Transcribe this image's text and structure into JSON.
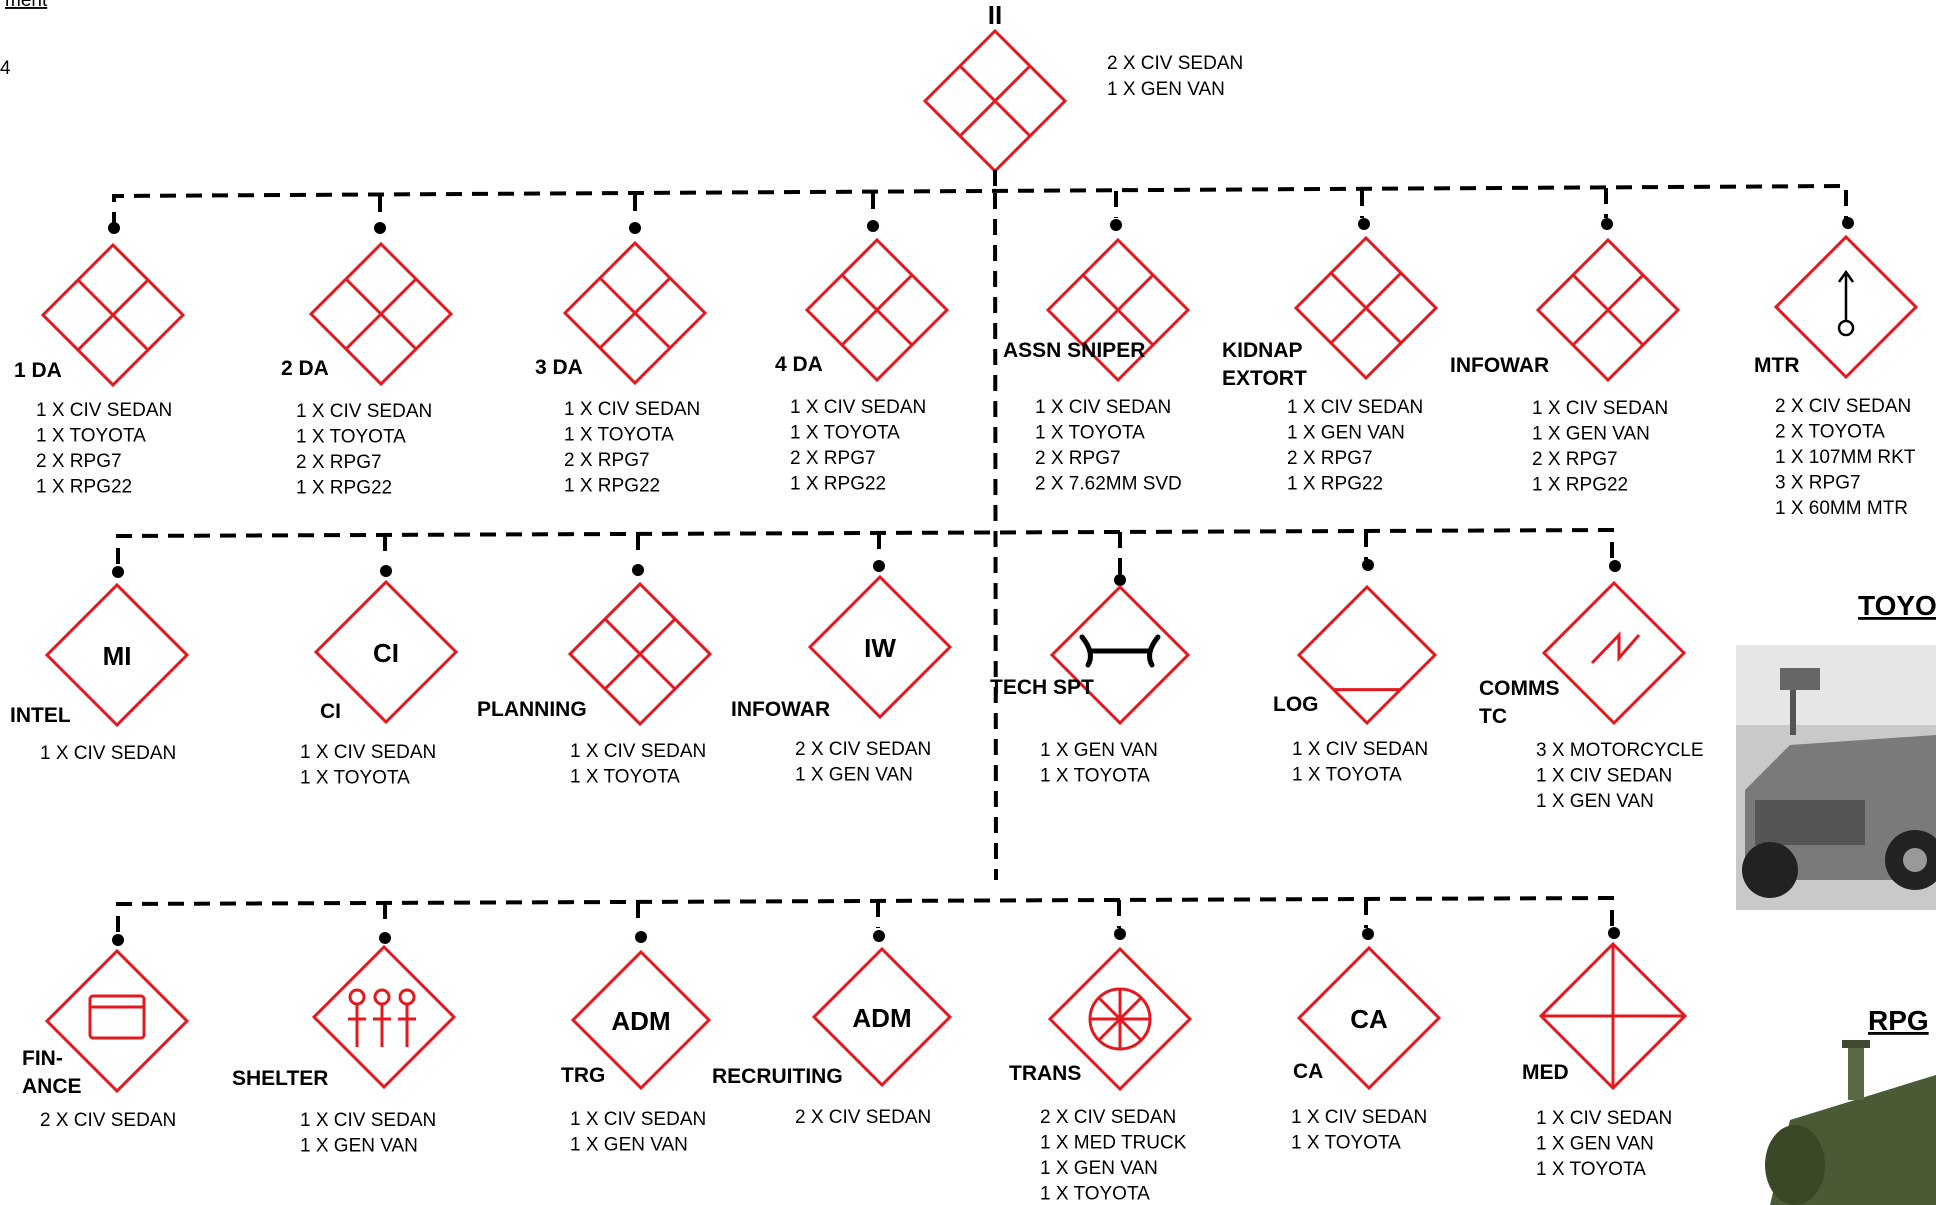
{
  "corner": {
    "top_text": "ment",
    "side_text": "4"
  },
  "hq": {
    "echelon": "II",
    "equipment": [
      "2 X CIV SEDAN",
      "1 X GEN VAN"
    ]
  },
  "row1": [
    {
      "label": "1 DA",
      "equipment": [
        "1 X CIV SEDAN",
        "1 X TOYOTA",
        "2 X RPG7",
        "1 X RPG22"
      ]
    },
    {
      "label": "2 DA",
      "equipment": [
        "1 X CIV SEDAN",
        "1 X TOYOTA",
        "2 X RPG7",
        "1 X RPG22"
      ]
    },
    {
      "label": "3 DA",
      "equipment": [
        "1 X CIV SEDAN",
        "1 X TOYOTA",
        "2 X RPG7",
        "1 X RPG22"
      ]
    },
    {
      "label": "4 DA",
      "equipment": [
        "1 X CIV SEDAN",
        "1 X TOYOTA",
        "2 X RPG7",
        "1 X RPG22"
      ]
    },
    {
      "label": "ASSN SNIPER",
      "equipment": [
        "1 X CIV SEDAN",
        "1 X TOYOTA",
        "2 X RPG7",
        "2 X 7.62MM SVD"
      ]
    },
    {
      "label": "KIDNAP EXTORT",
      "equipment": [
        "1 X CIV SEDAN",
        "1 X GEN VAN",
        "2 X RPG7",
        "1 X RPG22"
      ]
    },
    {
      "label": "INFOWAR",
      "equipment": [
        "1 X CIV SEDAN",
        "1 X GEN VAN",
        "2 X RPG7",
        "1 X RPG22"
      ]
    },
    {
      "label": "MTR",
      "equipment": [
        "2 X CIV SEDAN",
        "2 X TOYOTA",
        "1 X 107MM RKT",
        "3 X RPG7",
        "1 X 60MM MTR"
      ]
    }
  ],
  "row2": [
    {
      "label": "INTEL",
      "symbol_text": "MI",
      "equipment": [
        "1 X CIV SEDAN"
      ]
    },
    {
      "label": "CI",
      "symbol_text": "CI",
      "equipment": [
        "1 X CIV SEDAN",
        "1 X TOYOTA"
      ]
    },
    {
      "label": "PLANNING",
      "symbol_text": "",
      "equipment": [
        "1 X CIV SEDAN",
        "1 X TOYOTA"
      ]
    },
    {
      "label": "INFOWAR",
      "symbol_text": "IW",
      "equipment": [
        "2 X CIV SEDAN",
        "1 X GEN VAN"
      ]
    },
    {
      "label": "TECH SPT",
      "symbol_text": "",
      "equipment": [
        "1 X GEN VAN",
        "1 X TOYOTA"
      ]
    },
    {
      "label": "LOG",
      "symbol_text": "",
      "equipment": [
        "1 X CIV SEDAN",
        "1 X TOYOTA"
      ]
    },
    {
      "label": "COMMS TC",
      "symbol_text": "",
      "equipment": [
        "3 X MOTORCYCLE",
        "1 X CIV SEDAN",
        "1 X GEN VAN"
      ]
    }
  ],
  "row3": [
    {
      "label": "FIN-ANCE",
      "symbol_text": "",
      "equipment": [
        "2 X CIV SEDAN"
      ]
    },
    {
      "label": "SHELTER",
      "symbol_text": "",
      "equipment": [
        "1 X CIV SEDAN",
        "1 X GEN VAN"
      ]
    },
    {
      "label": "TRG",
      "symbol_text": "ADM",
      "equipment": [
        "1 X CIV SEDAN",
        "1 X GEN VAN"
      ]
    },
    {
      "label": "RECRUITING",
      "symbol_text": "ADM",
      "equipment": [
        "2 X CIV SEDAN"
      ]
    },
    {
      "label": "TRANS",
      "symbol_text": "",
      "equipment": [
        "2 X CIV SEDAN",
        "1 X MED TRUCK",
        "1 X GEN VAN",
        "1 X TOYOTA"
      ]
    },
    {
      "label": "CA",
      "symbol_text": "CA",
      "equipment": [
        "1 X CIV SEDAN",
        "1 X TOYOTA"
      ]
    },
    {
      "label": "MED",
      "symbol_text": "",
      "equipment": [
        "1 X CIV SEDAN",
        "1 X GEN VAN",
        "1 X TOYOTA"
      ]
    }
  ],
  "side_pictures": [
    {
      "title": "TOYO"
    },
    {
      "title": "RPG"
    }
  ],
  "colors": {
    "symbol_red": "#e3191f",
    "line": "#000000",
    "photo_gray": "#8a8a8a",
    "rpg_green": "#4a5a35"
  }
}
